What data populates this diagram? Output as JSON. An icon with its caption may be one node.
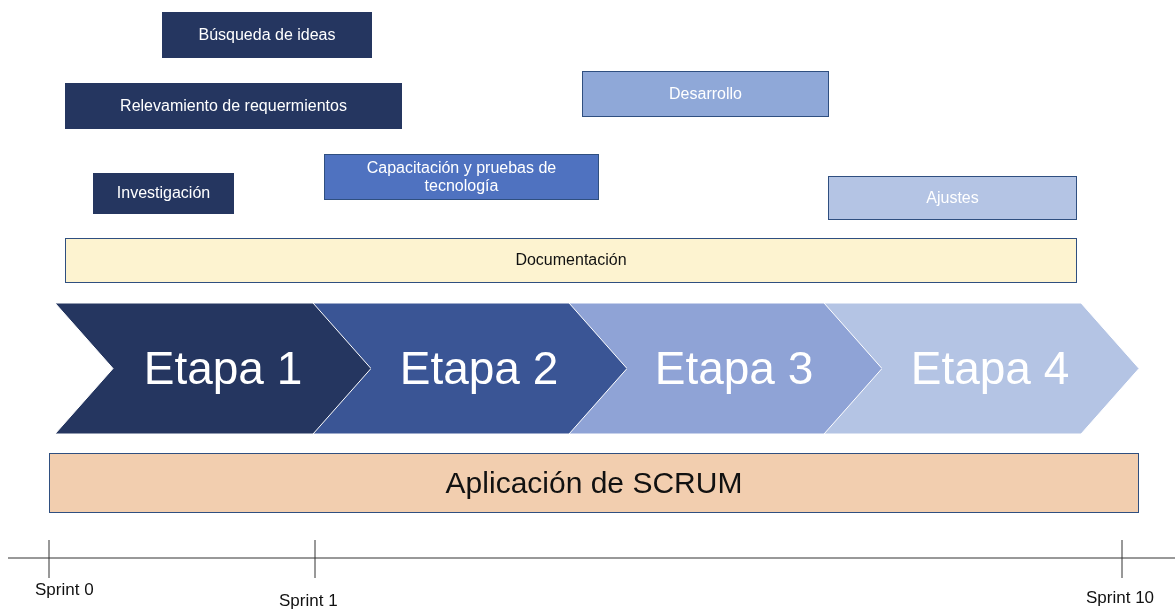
{
  "diagram": {
    "nodes": [
      {
        "text": [
          "Búsqueda de ideas"
        ]
      },
      {
        "text": [
          "Relevamiento de requermientos"
        ]
      },
      {
        "text": [
          "Desarrollo"
        ]
      },
      {
        "text": [
          "Capacitación y pruebas de tecnología"
        ]
      },
      {
        "text": [
          "Investigación"
        ]
      },
      {
        "text": [
          "Ajustes"
        ]
      },
      {
        "text": [
          "Documentación"
        ]
      },
      {
        "text": [
          "Etapa 1"
        ]
      },
      {
        "text": [
          "Etapa 2"
        ]
      },
      {
        "text": [
          "Etapa 3"
        ]
      },
      {
        "text": [
          "Etapa 4"
        ]
      },
      {
        "text": [
          "Aplicación de SCRUM"
        ]
      }
    ],
    "edges": [],
    "labels": [
      "Sprint 0",
      "Sprint 1",
      "Sprint 10"
    ]
  }
}
